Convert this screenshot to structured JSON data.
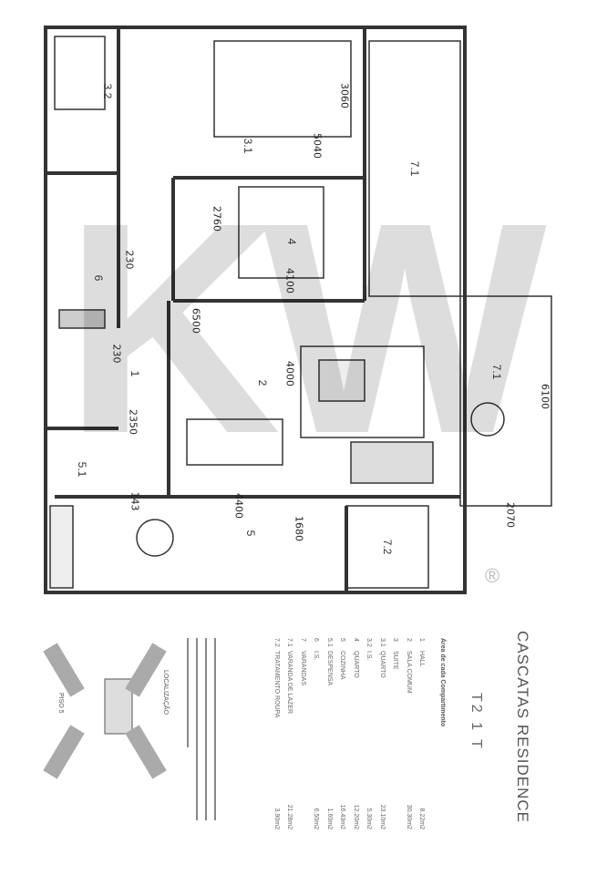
{
  "title": "CASCATAS RESIDENCE",
  "unit_type": "T2 1 T",
  "legend": {
    "heading": "Área de cada Compartimento",
    "items": [
      {
        "num": "1",
        "name": "HALL",
        "area": "8.22m2"
      },
      {
        "num": "2",
        "name": "SALA COMUM",
        "area": "30.30m2"
      },
      {
        "num": "3",
        "name": "SUITE",
        "area": ""
      },
      {
        "num": "3.1",
        "name": "QUARTO",
        "area": "23.10m2"
      },
      {
        "num": "3.2",
        "name": "I.S.",
        "area": "5.30m2"
      },
      {
        "num": "4",
        "name": "QUARTO",
        "area": "12.20m2"
      },
      {
        "num": "5",
        "name": "COZINHA",
        "area": "16.43m2"
      },
      {
        "num": "5.1",
        "name": "DESPENSA",
        "area": "1.60m2"
      },
      {
        "num": "6",
        "name": "I.S.",
        "area": "6.50m2"
      },
      {
        "num": "7",
        "name": "VARANDAS",
        "area": ""
      },
      {
        "num": "7.1",
        "name": "VARANDA DE LAZER",
        "area": "21.28m2"
      },
      {
        "num": "7.2",
        "name": "TRATAMENTO ROUPA",
        "area": "3.90m2"
      }
    ]
  },
  "location_label": "LOCALIZAÇÃO",
  "floor_label": "PISO 5",
  "watermark": "KW",
  "registered_mark": "®",
  "rooms": [
    "3.2",
    "3.1",
    "7.1",
    "4",
    "6",
    "1",
    "2",
    "7.1",
    "5.1",
    "5",
    "7.2"
  ],
  "dimensions": [
    "3060",
    "5040",
    "2760",
    "4100",
    "230",
    "6500",
    "4000",
    "230",
    "2350",
    "143",
    "4400",
    "1680",
    "6100",
    "2070"
  ]
}
